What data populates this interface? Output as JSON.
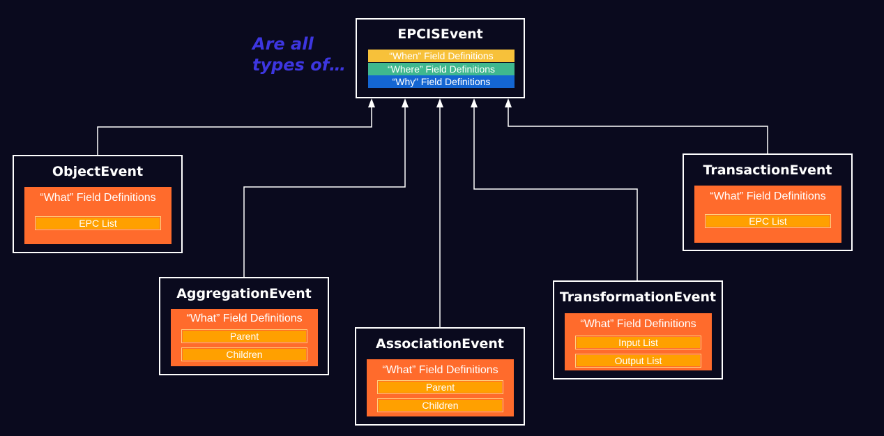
{
  "annotation": {
    "line1": "Are all",
    "line2": "types of…"
  },
  "colors": {
    "background": "#0a0a1e",
    "when": "#f7c13a",
    "where": "#3fb88f",
    "why": "#1466d2",
    "what": "#ff6b2c",
    "sub_item": "#ffa000",
    "annotation": "#3d36e0"
  },
  "epcis": {
    "title": "EPCISEvent",
    "when": "“When” Field Definitions",
    "where": "“Where” Field Definitions",
    "why": "“Why” Field Definitions"
  },
  "object_event": {
    "title": "ObjectEvent",
    "what": "“What” Field Definitions",
    "items": [
      "EPC List"
    ]
  },
  "aggregation_event": {
    "title": "AggregationEvent",
    "what": "“What” Field Definitions",
    "items": [
      "Parent",
      "Children"
    ]
  },
  "association_event": {
    "title": "AssociationEvent",
    "what": "“What” Field Definitions",
    "items": [
      "Parent",
      "Children"
    ]
  },
  "transformation_event": {
    "title": "TransformationEvent",
    "what": "“What” Field Definitions",
    "items": [
      "Input List",
      "Output List"
    ]
  },
  "transaction_event": {
    "title": "TransactionEvent",
    "what": "“What” Field Definitions",
    "items": [
      "EPC List"
    ]
  }
}
